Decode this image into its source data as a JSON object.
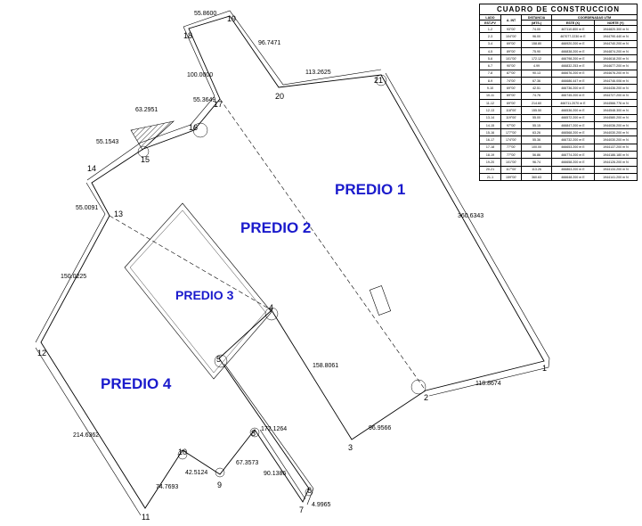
{
  "predios": [
    "PREDIO 1",
    "PREDIO 2",
    "PREDIO 3",
    "PREDIO 4"
  ],
  "points": [
    "1",
    "2",
    "3",
    "4",
    "5",
    "6",
    "7",
    "8",
    "9",
    "10",
    "11",
    "12",
    "13",
    "14",
    "15",
    "16",
    "17",
    "18",
    "19",
    "20",
    "21"
  ],
  "distances": {
    "d21_1": "360.6343",
    "d1_2": "118.8674",
    "d2_3": "96.9566",
    "d3_4": "158.8061",
    "d6_7": "4.9965",
    "d7_8": "90.1386",
    "d8_6": "172.1264",
    "d8_9": "67.3573",
    "d9_10": "42.5124",
    "d10_11": "74.7693",
    "d11_12": "214.6362",
    "d12_13": "150.0225",
    "d13_14": "55.0091",
    "d14_15": "55.1543",
    "d15_16": "63.2951",
    "d16_17": "55.3649",
    "d17_18": "100.0000",
    "d18_19": "55.8600",
    "d19_20": "96.7471",
    "d20_21": "113.2625"
  },
  "table": {
    "title": "CUADRO DE CONSTRUCCION",
    "headers": {
      "lado": "LADO",
      "lado_sub": "EST-PV",
      "ang": "A. INT",
      "dist": "DISTANCIA",
      "dist_sub": "(MTS.)",
      "coord": "COORDENADAS UTM",
      "este": "ESTE (X)",
      "norte": "NORTE (Y)"
    },
    "rows": [
      [
        "1-2",
        "93°00'",
        "74.00",
        "467110.800 m E",
        "1944820.300 m N"
      ],
      [
        "2-3",
        "104°00'",
        "96.00",
        "467077.2230 m E",
        "1944790.440 m N"
      ],
      [
        "3-4",
        "69°00'",
        "158.80",
        "466920.200 m E",
        "1944740.200 m N"
      ],
      [
        "4-5",
        "89°00'",
        "75.90",
        "466838.200 m E",
        "1944874.200 m N"
      ],
      [
        "5-6",
        "101°00'",
        "172.12",
        "466798.200 m E",
        "1944618.200 m N"
      ],
      [
        "6-7",
        "90°00'",
        "4.99",
        "466832.253 m E",
        "1944677.200 m N"
      ],
      [
        "7-8",
        "87°00'",
        "90.13",
        "466676.200 m E",
        "1944676.200 m N"
      ],
      [
        "8-9",
        "74°00'",
        "67.36",
        "466686.447 m E",
        "1944746.006 m N"
      ],
      [
        "9-10",
        "69°00'",
        "42.51",
        "466736.200 m E",
        "1944436.200 m N"
      ],
      [
        "10-11",
        "69°00'",
        "74.76",
        "466745.200 m E",
        "1944727.200 m N"
      ],
      [
        "11-12",
        "69°00'",
        "214.60",
        "466711.2070 m E",
        "1944566.776 m N"
      ],
      [
        "12-13",
        "118°00'",
        "155.50",
        "466536.200 m E",
        "1944548.300 m N"
      ],
      [
        "13-14",
        "119°00'",
        "55.00",
        "466572.200 m E",
        "1944580.200 m N"
      ],
      [
        "14-15",
        "97°00'",
        "55.15",
        "466847.200 m E",
        "1944036.200 m N"
      ],
      [
        "15-16",
        "177°00'",
        "63.26",
        "466568.200 m E",
        "1944030.200 m N"
      ],
      [
        "16-17",
        "174°00'",
        "55.36",
        "466732.200 m E",
        "1944030.200 m N"
      ],
      [
        "17-18",
        "77°00'",
        "100.00",
        "466653.200 m E",
        "1944137.200 m N"
      ],
      [
        "18-19",
        "77°00'",
        "56.86",
        "466774.200 m E",
        "1944186.180 m N"
      ],
      [
        "19-20",
        "101°00'",
        "96.74",
        "466658.200 m E",
        "1944126.200 m N"
      ],
      [
        "20-21",
        "117°00'",
        "113.26",
        "466863.200 m E",
        "1944134.200 m N"
      ],
      [
        "21-1",
        "159°00'",
        "360.63",
        "466648.200 m E",
        "1944141.200 m N"
      ]
    ]
  },
  "colors": {
    "predio_label": "#1a1acc",
    "line": "#000000"
  }
}
